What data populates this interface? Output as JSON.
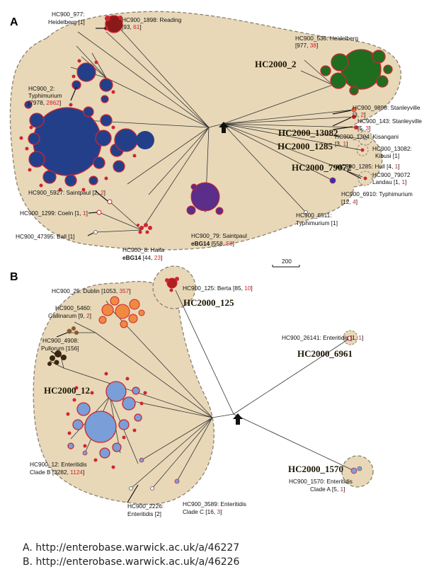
{
  "panel_a": {
    "letter": "A",
    "hc2000": [
      "HC2000_2",
      "HC2000_13082",
      "HC2000_1285",
      "HC2000_79072"
    ],
    "labels": [
      {
        "l1": "HC900_977:",
        "l2": "Heidelberg [1]"
      },
      {
        "l1": "HC900_1898: Reading",
        "l2a": "[93, ",
        "red": "61",
        "l2b": "]"
      },
      {
        "l1": "HC900_536: Heidelberg",
        "l2a": "[977, ",
        "red": "38",
        "l2b": "]"
      },
      {
        "l1": "HC900_2:",
        "l2": "Typhimurium",
        "l3a": "[7978, ",
        "red": "2862",
        "l3b": "]"
      },
      {
        "l1": "HC900_9898: Stanleyville",
        "l2a": "[3, ",
        "red": "2",
        "l2b": "]"
      },
      {
        "l1": "HC900_143: Stanleyville",
        "l2a": "[5, ",
        "red": "3",
        "l2b": "]"
      },
      {
        "l1": "HC900_1304: Kisangani",
        "l2a": "[3, ",
        "red": "1",
        "l2b": "]"
      },
      {
        "l1": "HC900_13082:",
        "l2": "Kibusi [1]"
      },
      {
        "l1a": "HC900_1285: Hull [4, ",
        "red": "1",
        "l1b": "]"
      },
      {
        "l1": "HC900_79072",
        "l2a": "Landau [1, ",
        "red": "1",
        "l2b": "]"
      },
      {
        "l1": "HC900_6910: Typhimurium",
        "l2a": "[12, ",
        "red": "4",
        "l2b": "]"
      },
      {
        "l1": "HC900_6511:",
        "l2": "Typhimurium [1]"
      },
      {
        "l1a": "HC900_5927: Saintpaul [2, ",
        "red": "2",
        "l1b": "]"
      },
      {
        "l1a": "HC900_1299: Coeln [1, ",
        "red": "1",
        "l1b": "]"
      },
      {
        "l1": "HC900_47395: Ball [1]"
      },
      {
        "l1": "HC900_8: Haifa",
        "bold": "eBG14",
        "l2a": " [44, ",
        "red": "23",
        "l2b": "]"
      },
      {
        "l1": "HC900_79: Saintpaul",
        "bold": "eBG14",
        "l2a": " [558, ",
        "red": "58",
        "l2b": "]"
      }
    ],
    "scale_label": "200"
  },
  "panel_b": {
    "letter": "B",
    "hc2000": [
      "HC2000_125",
      "HC2000_6961",
      "HC2000_12",
      "HC2000_1570"
    ],
    "labels": [
      {
        "l1a": "HC900_125: Berta [85, ",
        "red": "10",
        "l1b": "]"
      },
      {
        "l1a": "HC900_25: Dublin [1053, ",
        "red": "357",
        "l1b": "]"
      },
      {
        "l1": "HC900_5460:",
        "l2a": "Gallinarum [9, ",
        "red": "2",
        "l2b": "]"
      },
      {
        "l1": "HC900_4908:",
        "l2": "Pullorum [156]"
      },
      {
        "l1a": "HC900_26141: Enteritidis [1, ",
        "red": "1",
        "l1b": "]"
      },
      {
        "l1": "HC900_12: Enteritidis",
        "l2a": "Clade B [3282, ",
        "red": "1124",
        "l2b": "]"
      },
      {
        "l1": "HC900_2226:",
        "l2": "Enteritidis [2]"
      },
      {
        "l1": "HC900_3589: Enteritidis",
        "l2a": "Clade C [16, ",
        "red": "3",
        "l2b": "]"
      },
      {
        "l1": "HC900_1570: Enteritidis",
        "l2a": "Clade A [5, ",
        "red": "1",
        "l2b": "]"
      }
    ]
  },
  "footer": {
    "link_a": "A. http://enterobase.warwick.ac.uk/a/46227",
    "link_b": "B. http://enterobase.warwick.ac.uk/a/46226"
  },
  "colors": {
    "region_fill": "#e8d8b8",
    "region_stroke": "#8a8070",
    "typhimurium": "#243f8a",
    "heidelberg": "#1f6e1f",
    "reading": "#8a1a1a",
    "saintpaul": "#5b2e8a",
    "enteritidis": "#7a9ed8",
    "dublin": "#f08a40",
    "gallinarum": "#8a5a2e",
    "pullorum": "#3a2512",
    "berta": "#b02020",
    "accent_red": "#d0202a"
  }
}
